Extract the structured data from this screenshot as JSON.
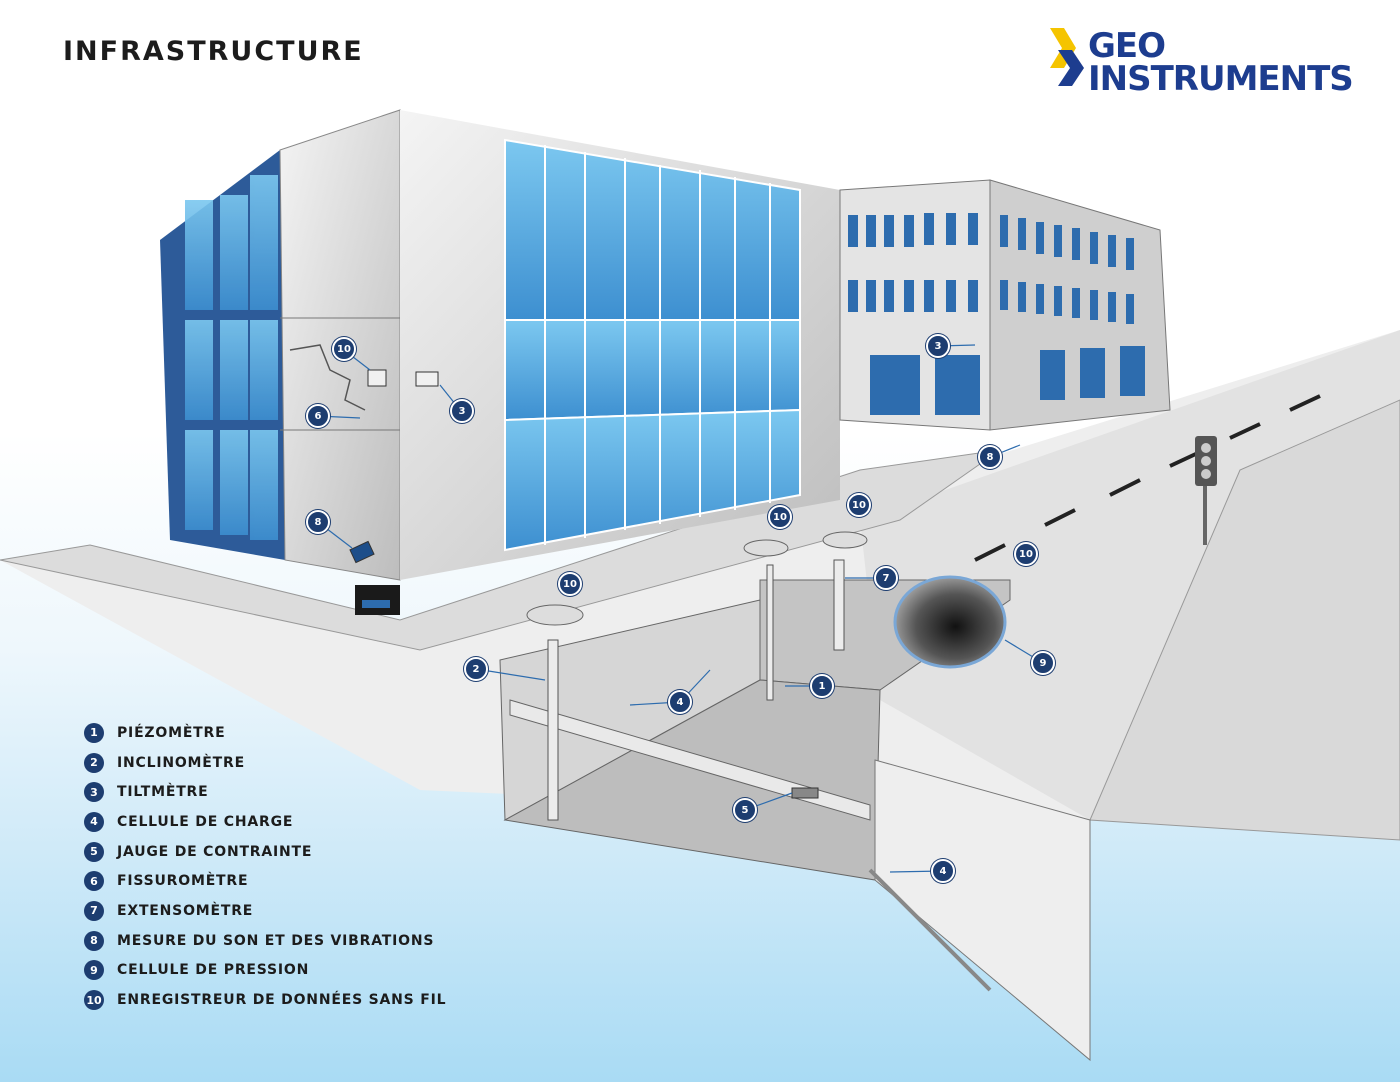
{
  "header": {
    "title": "INFRASTRUCTURE"
  },
  "logo": {
    "line1": "GEO",
    "line2": "INSTRUMENTS"
  },
  "legend": [
    {
      "num": "1",
      "label": "PIÉZOMÈTRE"
    },
    {
      "num": "2",
      "label": "INCLINOMÈTRE"
    },
    {
      "num": "3",
      "label": "TILTMÈTRE"
    },
    {
      "num": "4",
      "label": "CELLULE DE CHARGE"
    },
    {
      "num": "5",
      "label": "JAUGE DE CONTRAINTE"
    },
    {
      "num": "6",
      "label": "FISSUROMÈTRE"
    },
    {
      "num": "7",
      "label": "EXTENSOMÈTRE"
    },
    {
      "num": "8",
      "label": "MESURE DU SON ET DES VIBRATIONS"
    },
    {
      "num": "9",
      "label": "CELLULE DE PRESSION"
    },
    {
      "num": "10",
      "label": "ENREGISTREUR DE DONNÉES SANS FIL"
    }
  ],
  "callouts": [
    {
      "id": "c10a",
      "num": "10"
    },
    {
      "id": "c6",
      "num": "6"
    },
    {
      "id": "c3a",
      "num": "3"
    },
    {
      "id": "c8a",
      "num": "8"
    },
    {
      "id": "c3b",
      "num": "3"
    },
    {
      "id": "c8b",
      "num": "8"
    },
    {
      "id": "c10b",
      "num": "10"
    },
    {
      "id": "c10c",
      "num": "10"
    },
    {
      "id": "c10d",
      "num": "10"
    },
    {
      "id": "c10e",
      "num": "10"
    },
    {
      "id": "c7",
      "num": "7"
    },
    {
      "id": "c2",
      "num": "2"
    },
    {
      "id": "c4a",
      "num": "4"
    },
    {
      "id": "c1",
      "num": "1"
    },
    {
      "id": "c9",
      "num": "9"
    },
    {
      "id": "c5",
      "num": "5"
    },
    {
      "id": "c4b",
      "num": "4"
    }
  ],
  "colors": {
    "navy": "#1d3d70",
    "logo_blue": "#1d3d8f",
    "logo_yellow": "#f5c400",
    "glass": "#5fb3e6",
    "glass_dark": "#1d4e8a"
  }
}
